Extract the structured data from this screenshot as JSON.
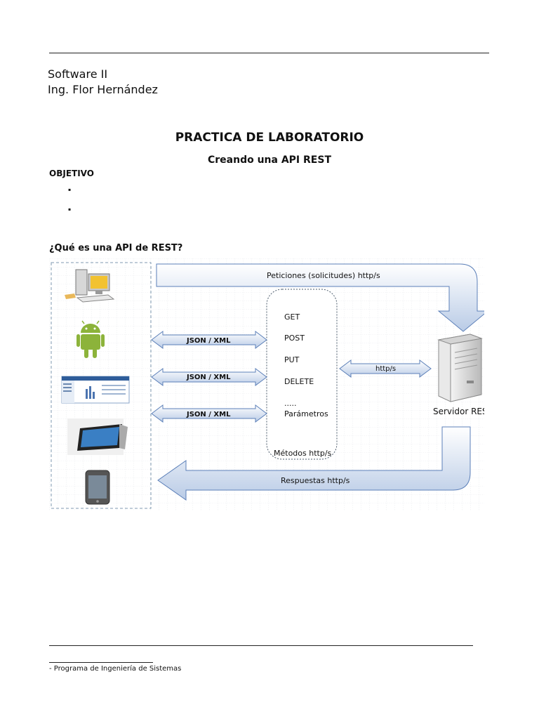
{
  "header": {
    "course": "Software II",
    "instructor": "Ing. Flor Hernández"
  },
  "title": "PRACTICA DE LABORATORIO",
  "subtitle": "Creando una API REST",
  "objective": {
    "heading": "OBJETIVO",
    "bullets": [
      "▪",
      "▪"
    ]
  },
  "section_heading": "¿Qué es una API de REST?",
  "diagram": {
    "top_arrow_label": "Peticiones (solicitudes) http/s",
    "bottom_arrow_label": "Respuestas http/s",
    "json_arrows": [
      "JSON / XML",
      "JSON / XML",
      "JSON / XML"
    ],
    "methods": [
      "GET",
      "POST",
      "PUT",
      "DELETE",
      ".....",
      "Parámetros"
    ],
    "methods_caption": "Métodos http/s",
    "server_link_label": "http/s",
    "server_caption": "Servidor REST",
    "clients": [
      "desktop-computer-icon",
      "android-icon",
      "web-app-icon",
      "tablet-icon",
      "smartphone-icon"
    ],
    "colors": {
      "arrow_fill_light": "#eef3fb",
      "arrow_fill_dark": "#b9cbe6",
      "arrow_stroke": "#5b7fb8",
      "dashed_border": "#7f9ab0",
      "android_green": "#8cb33a"
    }
  },
  "footer": {
    "footnote": "- Programa de Ingeniería de Sistemas"
  }
}
